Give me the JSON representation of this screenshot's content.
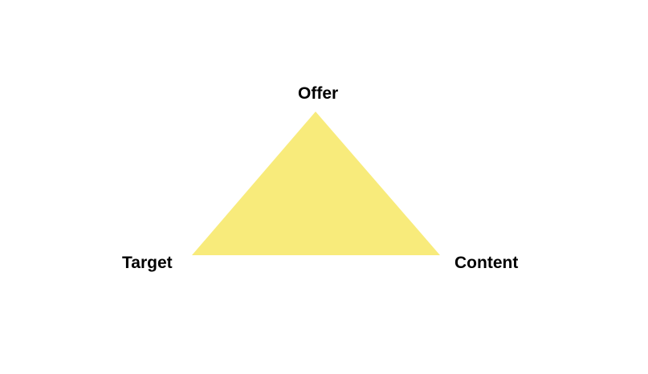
{
  "diagram": {
    "shape": "triangle",
    "fill_color": "#F8EB7B",
    "text_color": "#000000",
    "background_color": "#FFFFFF",
    "vertices": {
      "top": "Offer",
      "bottom_left": "Target",
      "bottom_right": "Content"
    }
  }
}
